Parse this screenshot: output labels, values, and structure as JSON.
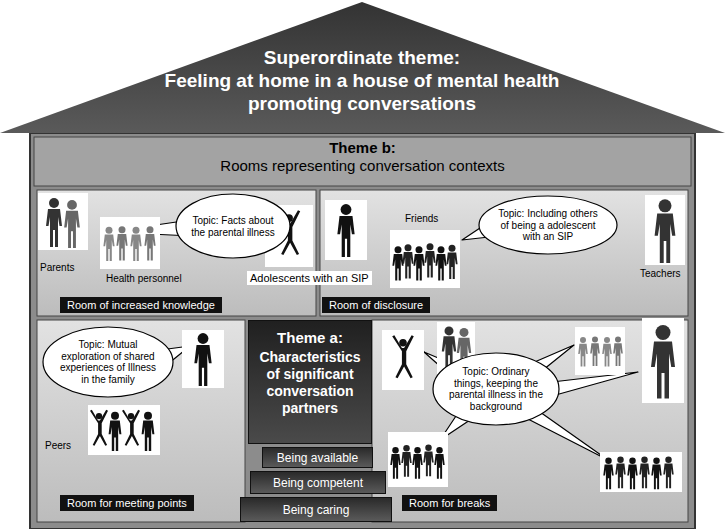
{
  "diagram": {
    "nodes": [
      {
        "text": [
          "Superordinate theme:",
          "Feeling at home in a house of mental health promoting conversations"
        ]
      },
      {
        "text": [
          "Theme b:",
          "Rooms representing conversation contexts"
        ]
      },
      {
        "text": [
          "Room of increased knowledge"
        ],
        "in": 1
      },
      {
        "text": [
          "Topic: Facts about the parental illness"
        ],
        "in": 2
      },
      {
        "text": [
          "Room of disclosure"
        ],
        "in": 1
      },
      {
        "text": [
          "Topic: Including others of being a adolescent with an SIP"
        ],
        "in": 4
      },
      {
        "text": [
          "Room for meeting points"
        ],
        "in": 1
      },
      {
        "text": [
          "Topic: Mutual exploration of shared experiences of Illness in the family"
        ],
        "in": 6
      },
      {
        "text": [
          "Room for breaks"
        ],
        "in": 1
      },
      {
        "text": [
          "Topic: Ordinary things, keeping the parental illness in the background"
        ],
        "in": 8
      },
      {
        "text": [
          "Theme a:",
          "Characteristics of significant conversation partners"
        ],
        "in": 1
      },
      {
        "text": [
          "Being available"
        ],
        "in": 1
      },
      {
        "text": [
          "Being competent"
        ],
        "in": 1
      },
      {
        "text": [
          "Being caring"
        ],
        "in": 1
      }
    ],
    "labels": [
      "Parents",
      "Health personnel",
      "Adolescents with an SIP",
      "Friends",
      "Teachers",
      "Peers"
    ]
  }
}
